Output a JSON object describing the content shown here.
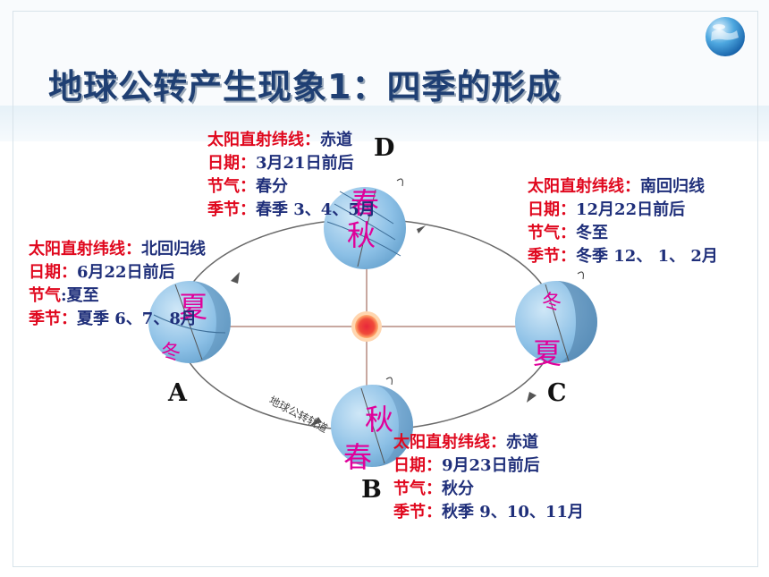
{
  "title": "地球公转产生现象1：四季的形成",
  "orbit_label": "地球公转轨道",
  "positions": {
    "A": {
      "letter": "A",
      "line1_label": "太阳直射纬线：",
      "line1_value": "北回归线",
      "line2_label": "日期：",
      "line2_value": "6月22日前后",
      "line3_label": "节气",
      "line3_value": ":夏至",
      "line4_label": "季节：",
      "line4_value": "夏季  6、7、8月",
      "north_season": "夏",
      "south_season": "冬"
    },
    "B": {
      "letter": "B",
      "line1_label": "太阳直射纬线：",
      "line1_value": "赤道",
      "line2_label": "日期：",
      "line2_value": "9月23日前后",
      "line3_label": "节气：",
      "line3_value": "秋分",
      "line4_label": "季节：",
      "line4_value": "秋季  9、10、11月",
      "north_season": "秋",
      "south_season": "春"
    },
    "C": {
      "letter": "C",
      "line1_label": "太阳直射纬线：",
      "line1_value": "南回归线",
      "line2_label": "日期：",
      "line2_value": "12月22日前后",
      "line3_label": "节气：",
      "line3_value": "冬至",
      "line4_label": "季节：",
      "line4_value": "冬季 12、 1、 2月",
      "north_season": "冬",
      "south_season": "夏"
    },
    "D": {
      "letter": "D",
      "line1_label": "太阳直射纬线：",
      "line1_value": "赤道",
      "line2_label": "日期：",
      "line2_value": "3月21日前后",
      "line3_label": "节气：",
      "line3_value": "春分",
      "line4_label": "季节：",
      "line4_value": "春季  3、4、5月",
      "north_season": "春",
      "south_season": "秋"
    }
  },
  "colors": {
    "label_red": "#e0081e",
    "value_blue": "#1f2f7a",
    "season_magenta": "#e0009a",
    "title": "#1f3f73",
    "sun": "#e8283a"
  },
  "icons": {
    "logo": "globe-icon"
  }
}
